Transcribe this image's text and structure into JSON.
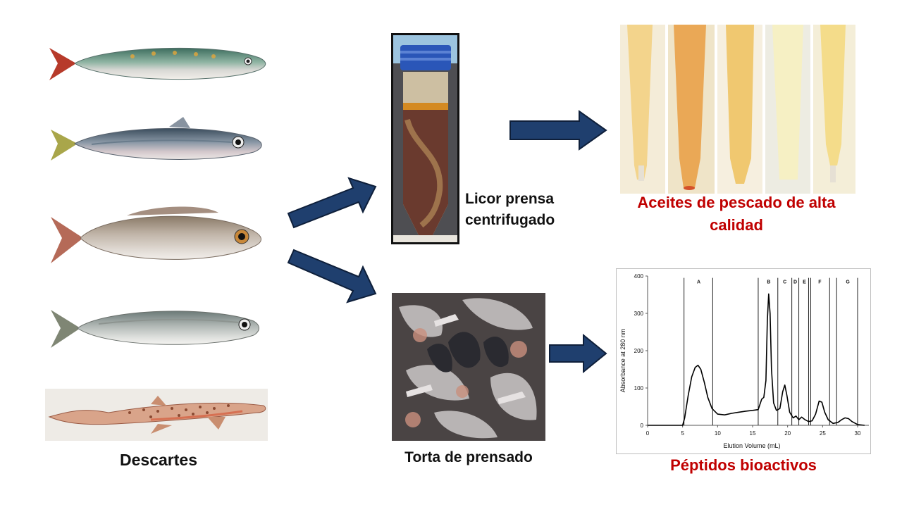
{
  "labels": {
    "discards": "Descartes",
    "press_liquor_line1": "Licor prensa",
    "press_liquor_line2": "centrifugado",
    "oils_line1": "Aceites de pescado de alta",
    "oils_line2": "calidad",
    "press_cake": "Torta de prensado",
    "peptides": "Péptidos bioactivos"
  },
  "colors": {
    "arrow": "#1f3f6e",
    "accent_red": "#c00000",
    "text": "#111111"
  },
  "icons": {
    "fish": "fish-icon",
    "shark": "shark-icon",
    "tube": "centrifuge-tube-icon",
    "oil": "oil-vial-icon",
    "cake": "press-cake-icon",
    "arrow": "arrow-right-icon"
  },
  "chart_data": {
    "type": "line",
    "xlabel": "Elution Volume (mL)",
    "ylabel": "Absorbance at 280 nm",
    "xlim": [
      0,
      30
    ],
    "ylim": [
      0,
      400
    ],
    "x_ticks": [
      "0",
      "5",
      "10",
      "15",
      "20",
      "25",
      "30"
    ],
    "y_ticks": [
      "0",
      "100",
      "200",
      "300",
      "400"
    ],
    "grid": false,
    "fraction_labels": [
      {
        "label": "A",
        "x": 7.3
      },
      {
        "label": "B",
        "x": 17.3
      },
      {
        "label": "C",
        "x": 19.6
      },
      {
        "label": "D",
        "x": 21.1
      },
      {
        "label": "E",
        "x": 22.4
      },
      {
        "label": "F",
        "x": 24.6
      },
      {
        "label": "G",
        "x": 28.6
      }
    ],
    "fraction_boundaries": [
      5.2,
      9.3,
      15.8,
      18.6,
      20.6,
      21.6,
      23.0,
      23.3,
      26.0,
      27.0,
      30.0
    ],
    "x": [
      0,
      5,
      5.3,
      5.8,
      6.3,
      6.8,
      7.2,
      7.6,
      8.1,
      8.6,
      9.2,
      10,
      11,
      12,
      13,
      14,
      15,
      15.8,
      16.3,
      16.6,
      16.9,
      17.1,
      17.3,
      17.5,
      17.7,
      18.0,
      18.4,
      18.9,
      19.3,
      19.6,
      19.9,
      20.3,
      20.8,
      21.2,
      21.6,
      22.0,
      22.5,
      23.0,
      23.5,
      24.0,
      24.5,
      24.9,
      25.3,
      25.8,
      26.5,
      27.2,
      27.7,
      28.2,
      28.7,
      29.2,
      29.7,
      30,
      31
    ],
    "values": [
      0,
      0,
      20,
      80,
      130,
      155,
      161,
      150,
      115,
      75,
      45,
      30,
      28,
      32,
      35,
      38,
      40,
      42,
      70,
      75,
      120,
      280,
      352,
      300,
      150,
      60,
      40,
      45,
      90,
      108,
      80,
      35,
      20,
      25,
      15,
      22,
      15,
      10,
      12,
      30,
      65,
      62,
      35,
      15,
      5,
      8,
      15,
      20,
      18,
      10,
      5,
      2,
      0
    ]
  }
}
